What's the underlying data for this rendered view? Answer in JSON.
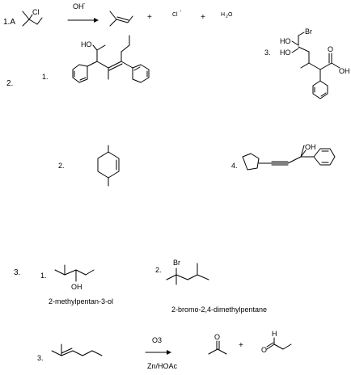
{
  "problem_1a": {
    "label": "1.A",
    "reactant_cl": "Cl",
    "reagent": "OH",
    "reagent_charge": "-",
    "plus1": "+",
    "byproduct_chloride": "Cl",
    "byproduct_chloride_charge": "-",
    "plus2": "+",
    "water_h": "H",
    "water_sub": "2",
    "water_o": "O"
  },
  "problem_2": {
    "section_label": "2.",
    "item1_label": "1.",
    "item1_ho": "HO",
    "item2_label": "2.",
    "item3_label": "3.",
    "item3_ho1": "HO",
    "item3_ho2": "HO",
    "item3_br": "Br",
    "item3_o": "O",
    "item3_oh": "OH",
    "item4_label": "4.",
    "item4_oh": "OH"
  },
  "problem_3": {
    "section_label": "3.",
    "item1_label": "1.",
    "item1_oh": "OH",
    "item1_name": "2-methylpentan-3-ol",
    "item2_label": "2.",
    "item2_br": "Br",
    "item2_name": "2-bromo-2,4-dimethylpentane",
    "item3_label": "3.",
    "reagent_top": "O3",
    "reagent_bottom": "Zn/HOAc",
    "plus": "+",
    "product1_o": "O",
    "product2_o": "O",
    "product2_h": "H"
  }
}
